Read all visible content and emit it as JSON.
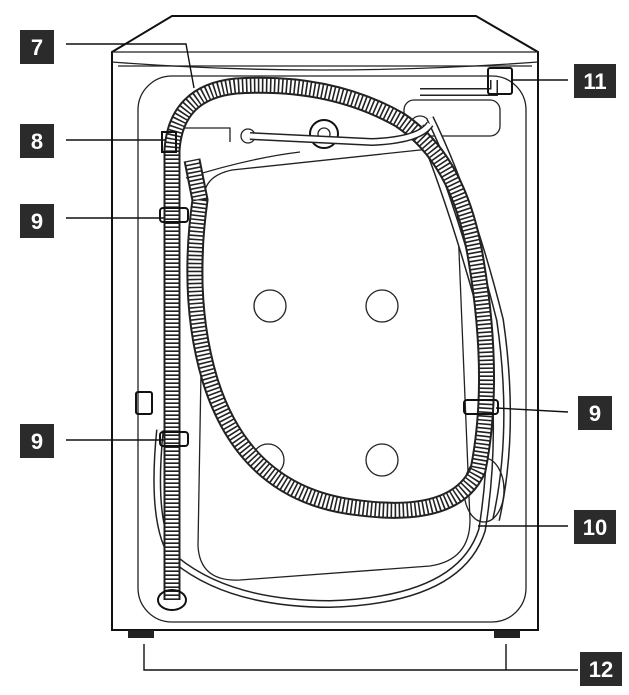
{
  "callouts": [
    {
      "id": "7",
      "label": "7"
    },
    {
      "id": "8",
      "label": "8"
    },
    {
      "id": "9a",
      "label": "9"
    },
    {
      "id": "9b",
      "label": "9"
    },
    {
      "id": "9c",
      "label": "9"
    },
    {
      "id": "10",
      "label": "10"
    },
    {
      "id": "11",
      "label": "11"
    },
    {
      "id": "12",
      "label": "12"
    }
  ],
  "colors": {
    "ink": "#222222",
    "callout_bg": "#2b2b2b",
    "callout_text": "#ffffff"
  }
}
